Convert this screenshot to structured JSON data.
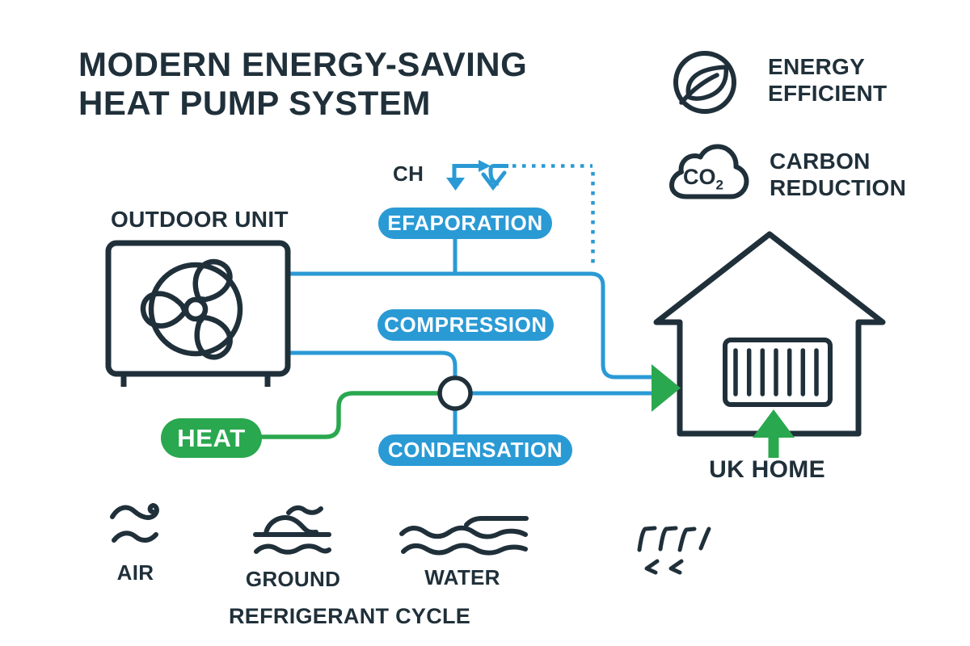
{
  "colors": {
    "blue": "#2a9ad5",
    "green": "#2aa84f",
    "dark": "#20303a",
    "white": "#ffffff"
  },
  "title": {
    "line1": "MODERN ENERGY-SAVING",
    "line2": "HEAT PUMP SYSTEM"
  },
  "badges": {
    "energy": {
      "icon": "leaf-circle-icon",
      "label": "ENERGY EFFICIENT"
    },
    "carbon": {
      "icon": "co2-cloud-icon",
      "label": "CARBON REDUCTION",
      "co2_text": "CO",
      "co2_sub": "2"
    }
  },
  "diagram": {
    "outdoor_unit_label": "OUTDOOR UNIT",
    "ch_label": "CH",
    "stages": {
      "evaporation": "EFAPORATION",
      "compression": "COMPRESSION",
      "condensation": "CONDENSATION"
    },
    "heat_label": "HEAT",
    "home_label": "UK HOME"
  },
  "sources": {
    "air": "AIR",
    "ground": "GROUND",
    "water": "WATER",
    "cycle_label": "REFRIGERANT CYCLE"
  }
}
